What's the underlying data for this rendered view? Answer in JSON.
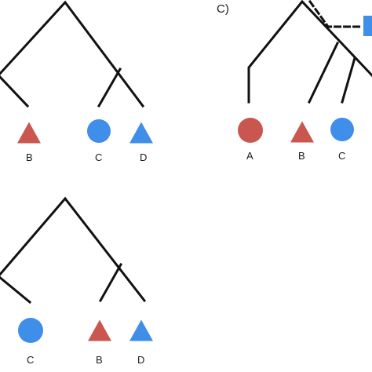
{
  "colors": {
    "red": "#c9564f",
    "blue": "#3f8ee9",
    "line": "#111111"
  },
  "panels": {
    "c_label": "C)"
  },
  "tips": {
    "top_left": [
      "B",
      "C",
      "D"
    ],
    "top_right": [
      "A",
      "B",
      "C"
    ],
    "bottom_left": [
      "C",
      "B",
      "D"
    ]
  }
}
